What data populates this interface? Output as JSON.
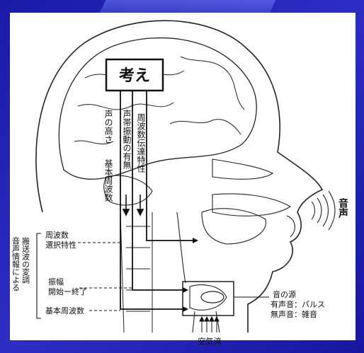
{
  "diagram": {
    "thought_box": "考え",
    "arrow_labels": {
      "pitch": "声の高さ",
      "fundamental": "基本周波数",
      "voicing": "声帯振動の有無",
      "transfer": "周波数伝達特性"
    },
    "sound_label": "音声",
    "left_group_label": "搬送波の変調",
    "left_group_sub": "音声情報による",
    "left_labels": {
      "freq_select": "周波数\n選択特性",
      "amplitude": "振幅\n開始ー終了",
      "base_freq": "基本周波数"
    },
    "source": {
      "title": "音の源",
      "voiced": "有声音：パルス",
      "unvoiced": "無声音：雑音"
    },
    "airflow": "空気流"
  },
  "colors": {
    "background": "#1f1fb4",
    "panel": "#ffffff",
    "ink": "#111111"
  }
}
